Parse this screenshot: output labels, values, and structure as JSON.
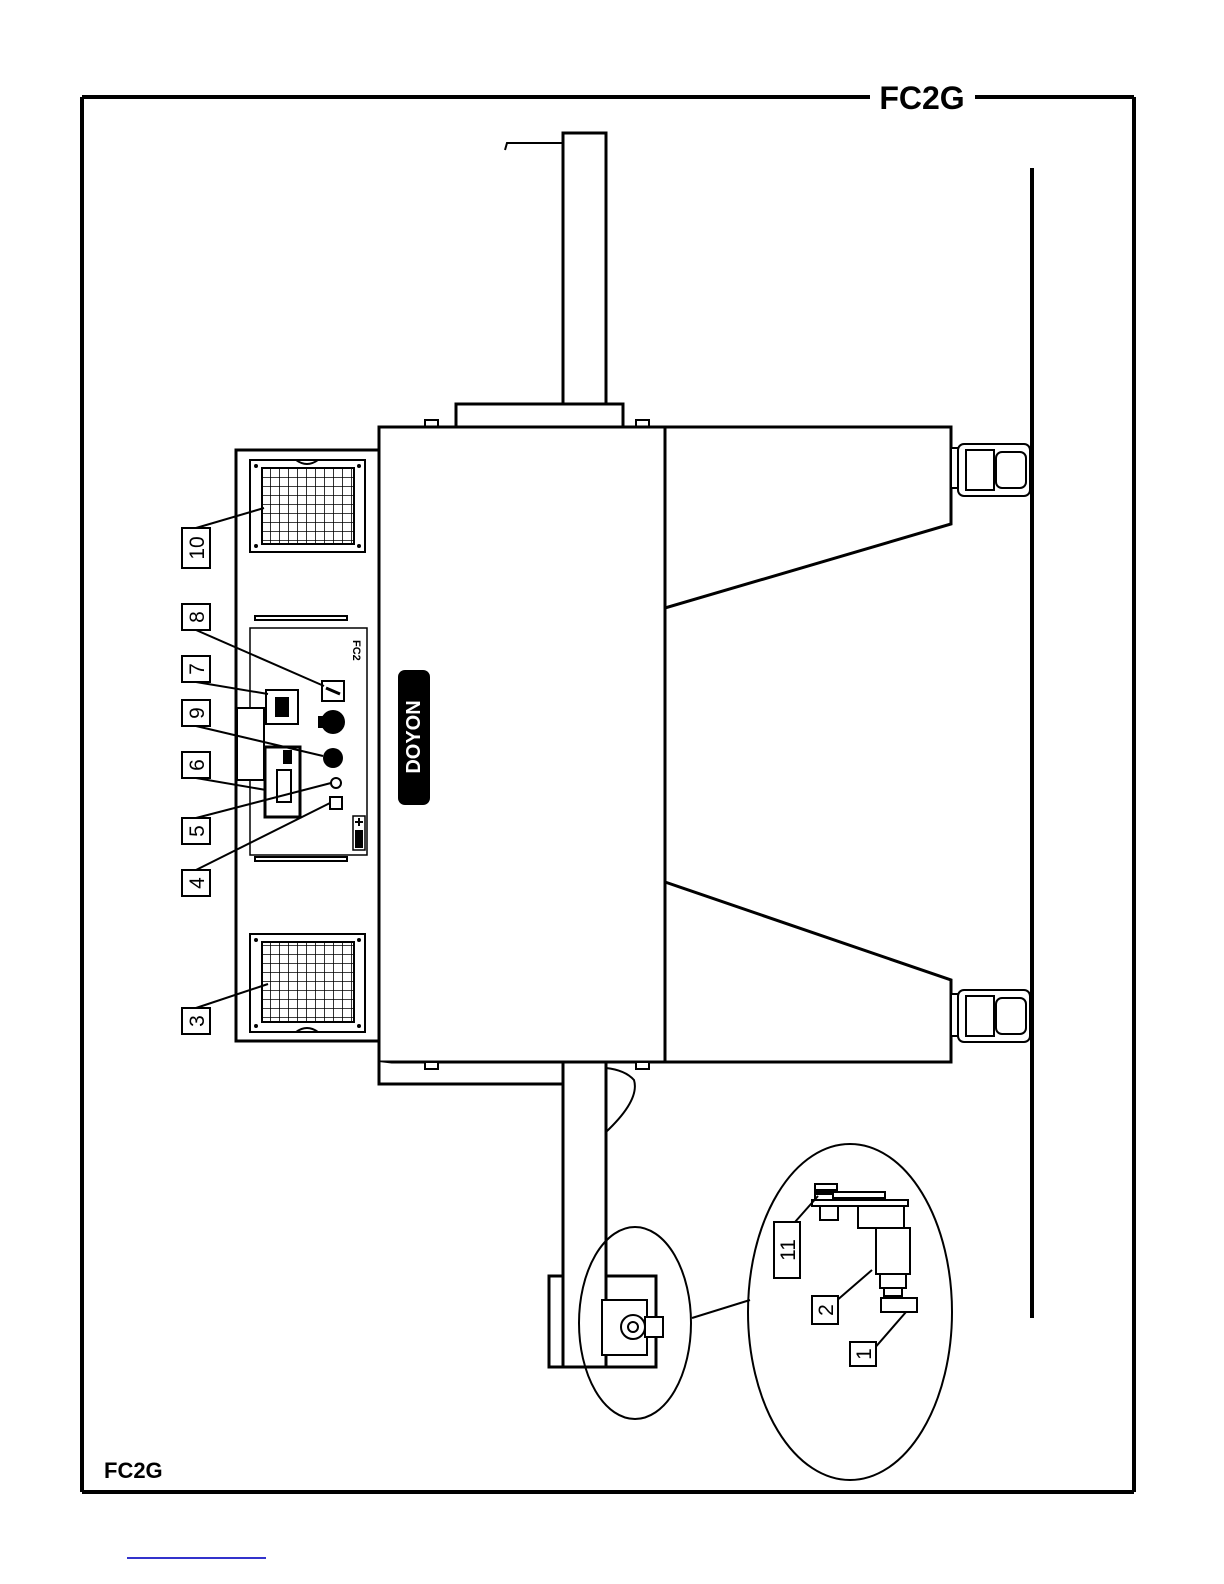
{
  "title": "FC2G",
  "corner_label": "FC2G",
  "panel_label": "FC2",
  "logo_text": "DOYON",
  "callouts": [
    {
      "id": "c1",
      "text": "1"
    },
    {
      "id": "c2",
      "text": "2"
    },
    {
      "id": "c3",
      "text": "3"
    },
    {
      "id": "c4",
      "text": "4"
    },
    {
      "id": "c5",
      "text": "5"
    },
    {
      "id": "c6",
      "text": "6"
    },
    {
      "id": "c7",
      "text": "7"
    },
    {
      "id": "c8",
      "text": "8"
    },
    {
      "id": "c9",
      "text": "9"
    },
    {
      "id": "c10",
      "text": "10"
    },
    {
      "id": "c11",
      "text": "11"
    }
  ],
  "colors": {
    "ink": "#000000",
    "paper": "#ffffff",
    "footer_line": "#3333cc"
  }
}
